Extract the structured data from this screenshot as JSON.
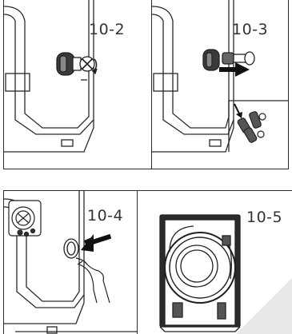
{
  "steps": {
    "s1": "10-2",
    "s2": "10-3",
    "s3": "10-4",
    "s4": "10-5"
  },
  "colors": {
    "line": "#2a2a2a",
    "arrow": "#111111",
    "background": "#ffffff"
  },
  "icons": [
    "filter-plug-icon",
    "arrow-right-icon",
    "arrow-down-icon",
    "hand-icon",
    "washing-machine-icon"
  ]
}
